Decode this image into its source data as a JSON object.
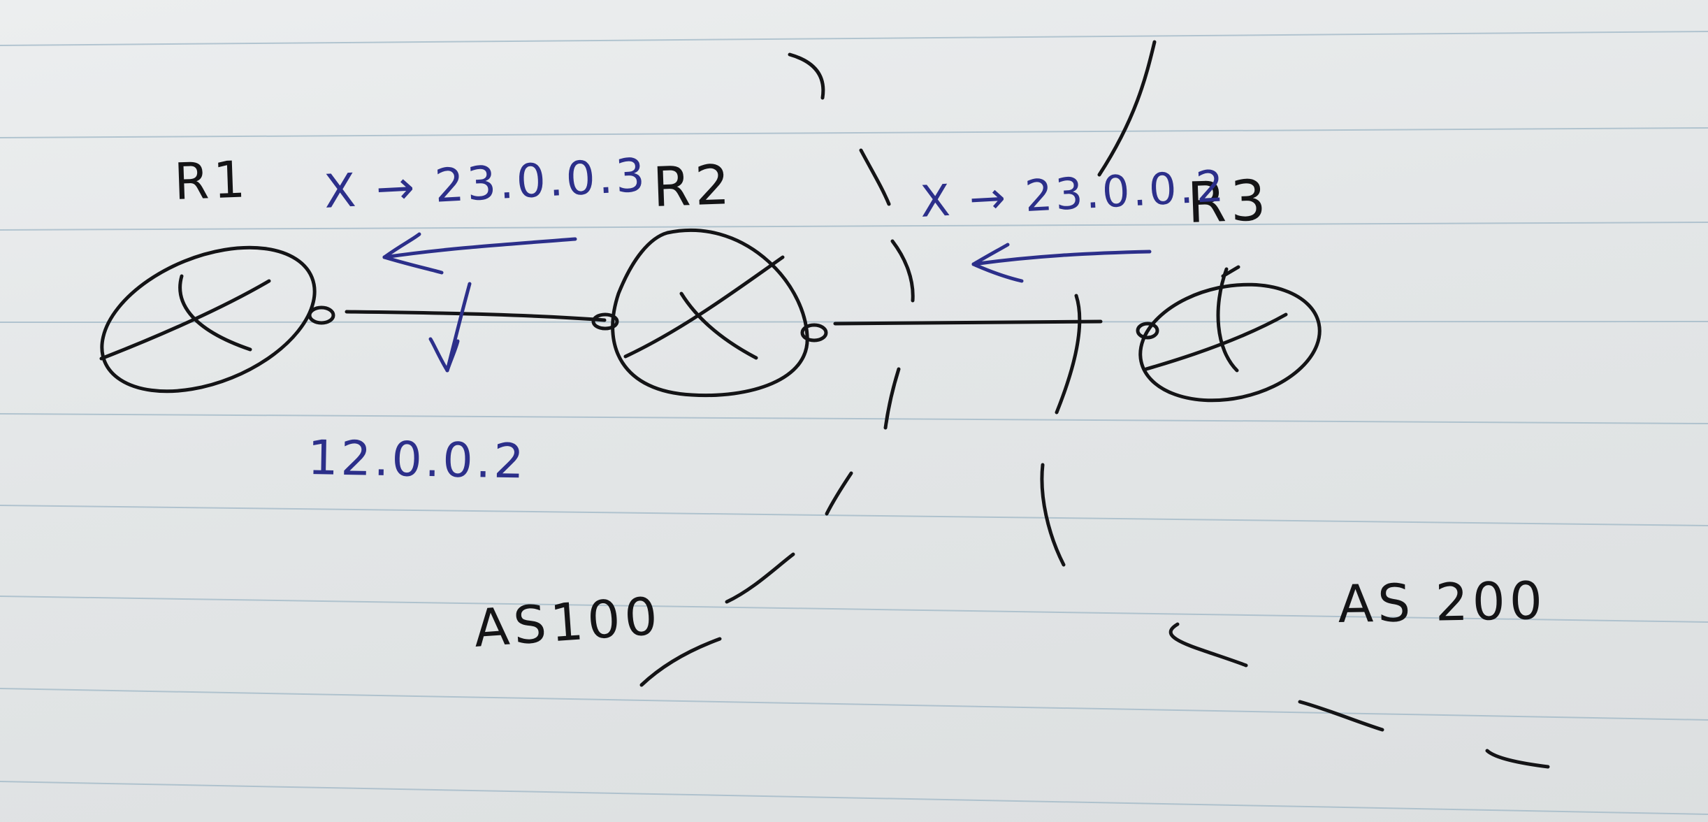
{
  "routers": {
    "r1": "R1",
    "r2": "R2",
    "r3": "R3"
  },
  "annotations": {
    "r1_r2_route": "X → 23.0.0.3",
    "r2_r3_route": "X → 23.0.0.2",
    "r1_link_address": "12.0.0.2"
  },
  "regions": {
    "as_left": "AS100",
    "as_right": "AS 200"
  },
  "colors": {
    "ink_black": "#141416",
    "ink_blue": "#2c2f8a",
    "paper": "#e6e8e9",
    "ruled_line": "#9fb7c6"
  }
}
